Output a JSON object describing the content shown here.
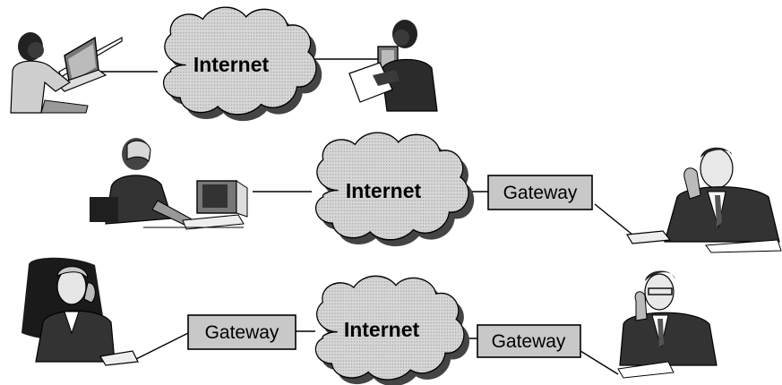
{
  "scenarios": [
    {
      "cloud_label": "Internet"
    },
    {
      "cloud_label": "Internet",
      "gateway_right_label": "Gateway"
    },
    {
      "cloud_label": "Internet",
      "gateway_left_label": "Gateway",
      "gateway_right_label": "Gateway"
    }
  ],
  "colors": {
    "cloud_fill": "#d2d2d2",
    "cloud_shadow": "#555555",
    "gateway_fill": "#c8c8c8",
    "outline": "#000000"
  },
  "icons": {
    "row1_left": "person-with-laptop-icon",
    "row1_right": "person-with-desktop-pc-icon",
    "row2_left": "person-at-computer-on-phone-icon",
    "row2_right": "businessman-with-telephone-icon",
    "row3_left": "woman-on-phone-in-chair-icon",
    "row3_right": "businessman-with-telephone-icon"
  }
}
